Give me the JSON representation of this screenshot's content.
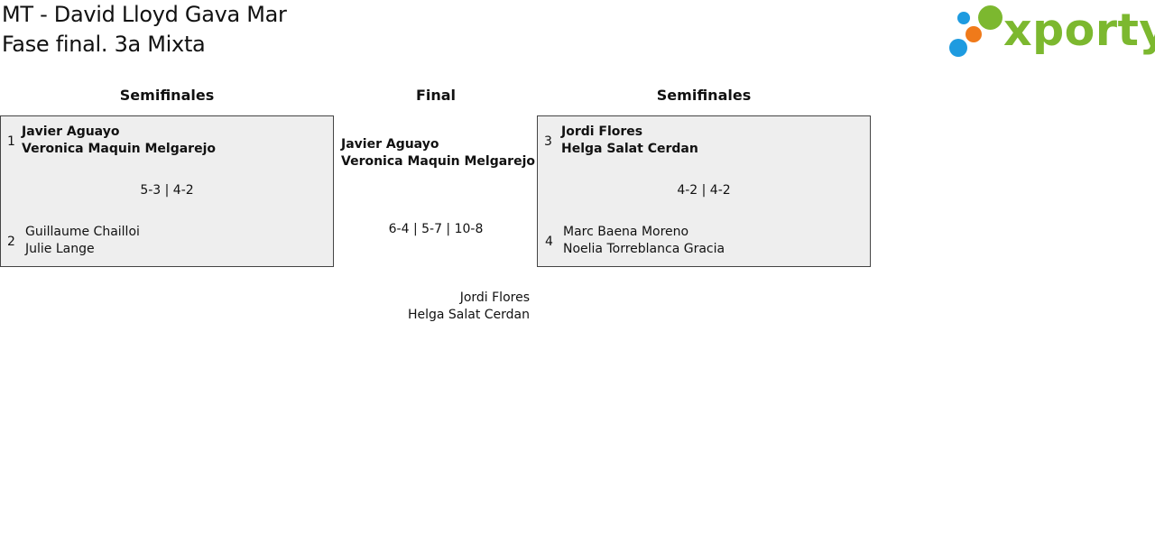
{
  "header": {
    "title_line1": "MT - David Lloyd Gava Mar",
    "title_line2": "Fase final. 3a Mixta"
  },
  "logo": {
    "text": "xporty",
    "colors": {
      "green": "#7cb82f",
      "blue": "#1e9be0",
      "orange": "#f07a1a"
    }
  },
  "columns": {
    "left_heading": "Semifinales",
    "center_heading": "Final",
    "right_heading": "Semifinales"
  },
  "semifinal_left": {
    "top_seed": "1",
    "top_player1": "Javier Aguayo",
    "top_player2": "Veronica Maquin Melgarejo",
    "score": "5-3 | 4-2",
    "bottom_seed": "2",
    "bottom_player1": "Guillaume Chailloi",
    "bottom_player2": "Julie Lange"
  },
  "semifinal_right": {
    "top_seed": "3",
    "top_player1": "Jordi Flores",
    "top_player2": "Helga Salat Cerdan",
    "score": "4-2 | 4-2",
    "bottom_seed": "4",
    "bottom_player1": "Marc Baena Moreno",
    "bottom_player2": "Noelia Torreblanca Gracia"
  },
  "final": {
    "finalist_player1": "Javier Aguayo",
    "finalist_player2": "Veronica Maquin Melgarejo",
    "score": "6-4 | 5-7 | 10-8",
    "winner_player1": "Jordi Flores",
    "winner_player2": "Helga Salat Cerdan"
  }
}
